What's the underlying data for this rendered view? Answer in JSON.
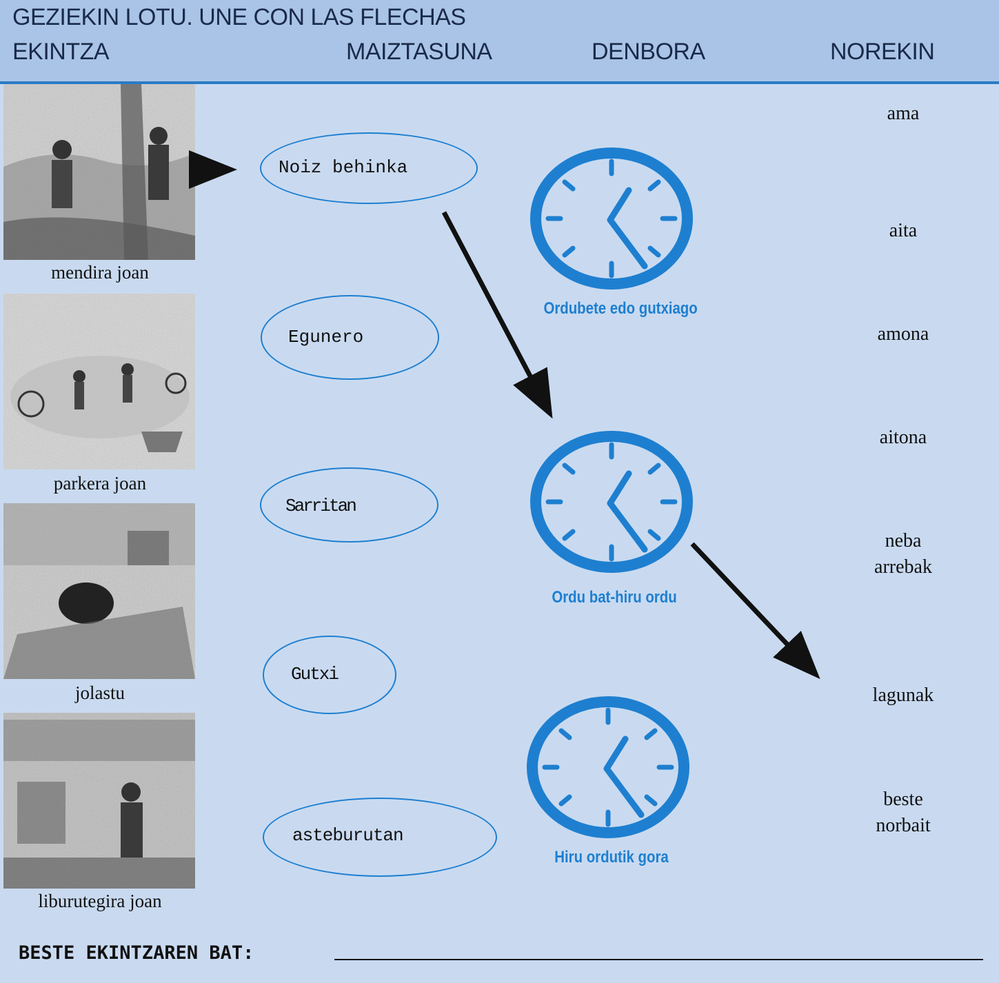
{
  "header": {
    "title": "GEZIEKIN LOTU. UNE CON LAS FLECHAS",
    "columns": [
      "EKINTZA",
      "MAIZTASUNA",
      "DENBORA",
      "NOREKIN"
    ]
  },
  "activities": [
    {
      "label": "mendira joan",
      "image": "hiking-illustration"
    },
    {
      "label": "parkera joan",
      "image": "park-illustration"
    },
    {
      "label": "jolastu",
      "image": "playing-illustration"
    },
    {
      "label": "liburutegira joan",
      "image": "library-illustration"
    }
  ],
  "frequencies": [
    "Noiz behinka",
    "Egunero",
    "Sarritan",
    "Gutxi",
    "asteburutan"
  ],
  "durations": [
    {
      "label": "Ordubete edo gutxiago",
      "icon": "clock-icon"
    },
    {
      "label": "Ordu bat-hiru ordu",
      "icon": "clock-icon"
    },
    {
      "label": "Hiru ordutik gora",
      "icon": "clock-icon"
    }
  ],
  "people": [
    "ama",
    "aita",
    "amona",
    "aitona",
    "neba\narrebak",
    "lagunak",
    "beste\nnorbait"
  ],
  "footer": {
    "label": "BESTE EKINTZAREN BAT:"
  },
  "colors": {
    "header": "#a9c4e6",
    "background": "#c9daf0",
    "accent": "#1e7fd0",
    "rule": "#2a7bc4"
  }
}
